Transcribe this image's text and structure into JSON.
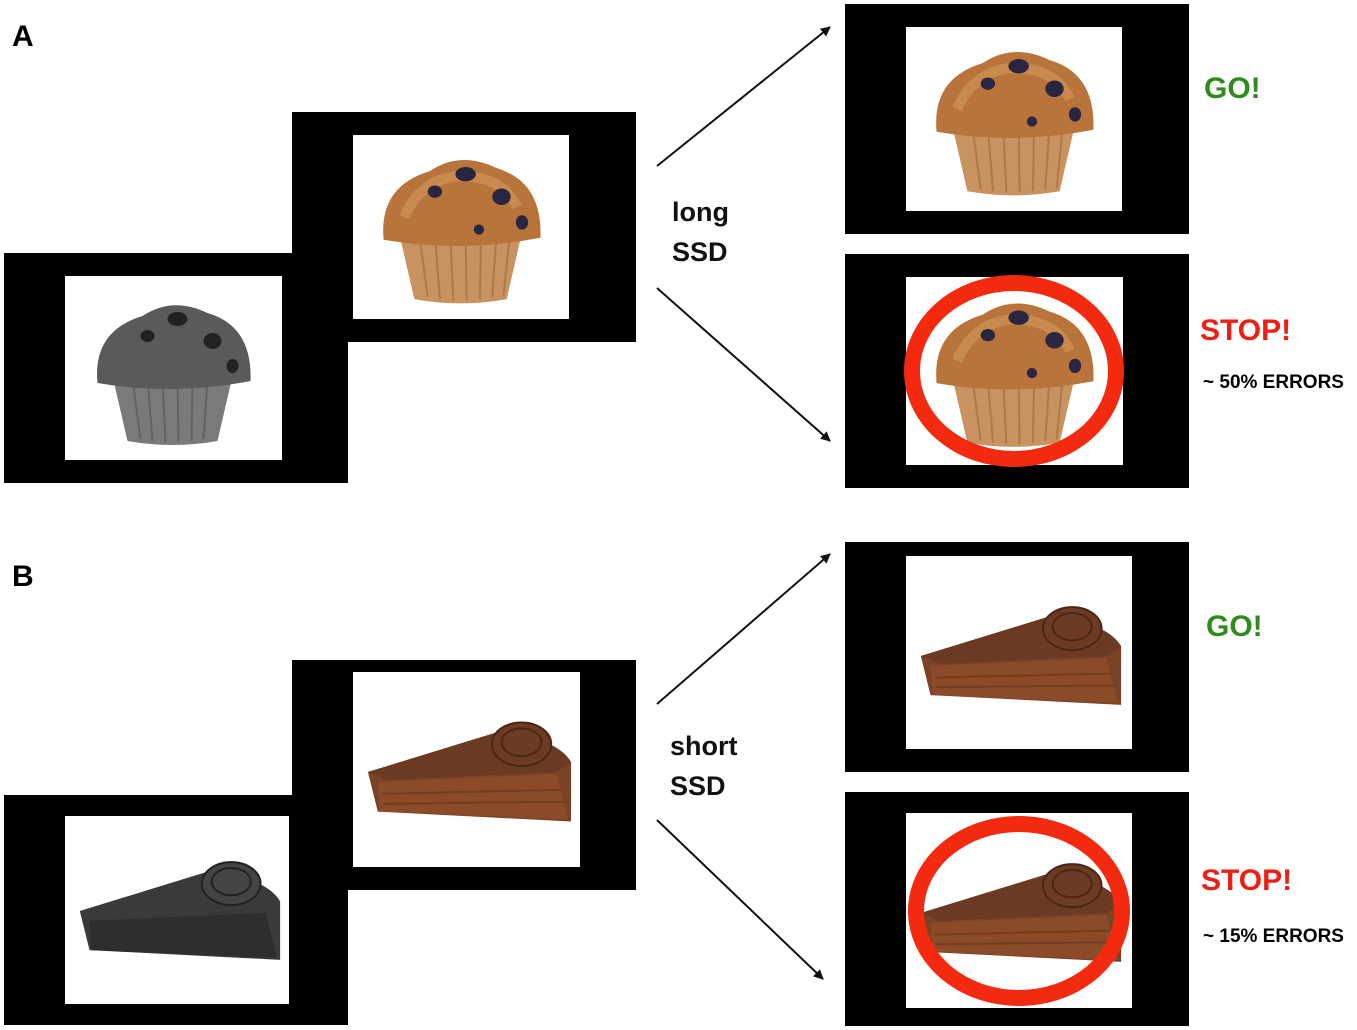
{
  "panels": [
    {
      "label": "A",
      "food": "muffin",
      "delay_label_line1": "long",
      "delay_label_line2": "SSD",
      "go_label": "GO!",
      "stop_label": "STOP!",
      "error_label": "~ 50% ERRORS"
    },
    {
      "label": "B",
      "food": "cake",
      "delay_label_line1": "short",
      "delay_label_line2": "SSD",
      "go_label": "GO!",
      "stop_label": "STOP!",
      "error_label": "~ 15% ERRORS"
    }
  ],
  "colors": {
    "go": "#2e8b1e",
    "stop": "#f01d13",
    "stop_ring": "#f32a10",
    "frame": "#000000"
  }
}
